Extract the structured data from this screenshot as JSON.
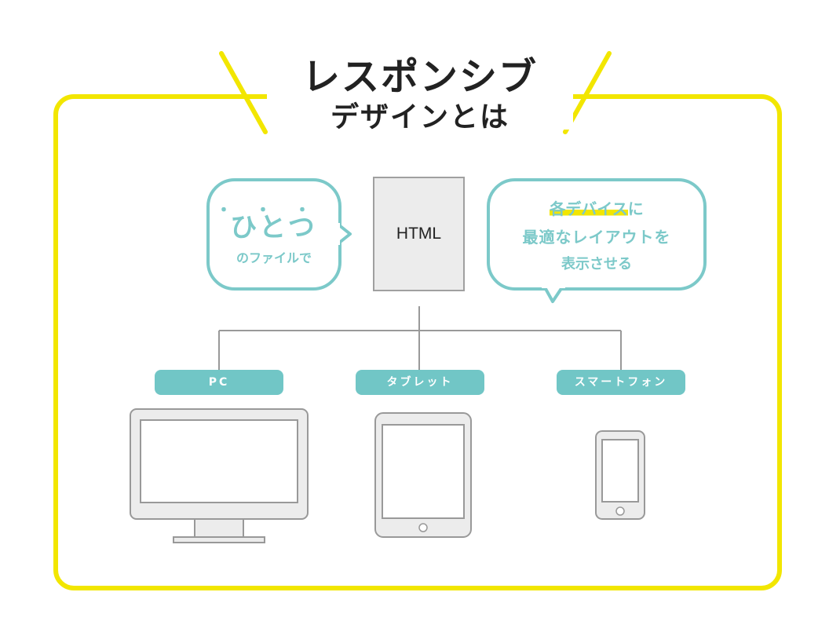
{
  "title": {
    "main": "レスポンシブ",
    "sub": "デザインとは"
  },
  "bubble_left": {
    "emphasis_dots": "・・・",
    "main": "ひとつ",
    "sub": "のファイルで"
  },
  "html_doc": {
    "label": "HTML"
  },
  "bubble_right": {
    "line1_highlight": "各デバイス",
    "line1_rest": "に",
    "line2": "最適なレイアウトを",
    "line3": "表示させる"
  },
  "devices": [
    {
      "label": "PC"
    },
    {
      "label": "タブレット"
    },
    {
      "label": "スマートフォン"
    }
  ],
  "colors": {
    "frame": "#f2e600",
    "accent": "#7cc9c9",
    "pill": "#71c6c6",
    "device_outline": "#999999",
    "device_fill": "#ececec"
  }
}
